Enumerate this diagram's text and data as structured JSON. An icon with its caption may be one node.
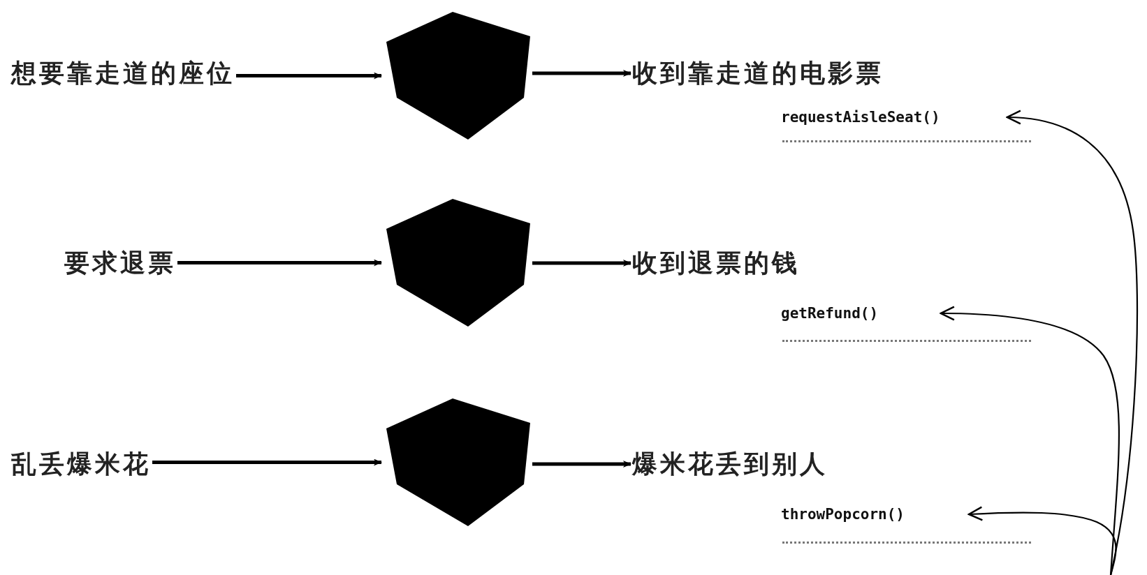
{
  "diagram": {
    "nodes": [
      {
        "text": [
          "想要靠走道的座位"
        ]
      },
      {
        "text": [],
        "shape": "cube"
      },
      {
        "text": [
          "收到靠走道的电影票"
        ]
      },
      {
        "text": [
          "requestAisleSeat()"
        ]
      },
      {
        "text": [
          "要求退票"
        ]
      },
      {
        "text": [],
        "shape": "cube"
      },
      {
        "text": [
          "收到退票的钱"
        ]
      },
      {
        "text": [
          "getRefund()"
        ]
      },
      {
        "text": [
          "乱丢爆米花"
        ]
      },
      {
        "text": [],
        "shape": "cube"
      },
      {
        "text": [
          "爆米花丢到别人"
        ]
      },
      {
        "text": [
          "throwPopcorn()"
        ]
      }
    ],
    "edges": [
      {
        "from": 0,
        "to": 1,
        "arrow": "to"
      },
      {
        "from": 1,
        "to": 2,
        "arrow": "to"
      },
      {
        "from": 4,
        "to": 5,
        "arrow": "to"
      },
      {
        "from": 5,
        "to": 6,
        "arrow": "to"
      },
      {
        "from": 8,
        "to": 9,
        "arrow": "to"
      },
      {
        "from": 9,
        "to": 10,
        "arrow": "to"
      },
      {
        "from": null,
        "to": 3,
        "arrow": "to"
      },
      {
        "from": null,
        "to": 7,
        "arrow": "to"
      },
      {
        "from": null,
        "to": 11,
        "arrow": "to"
      }
    ]
  }
}
